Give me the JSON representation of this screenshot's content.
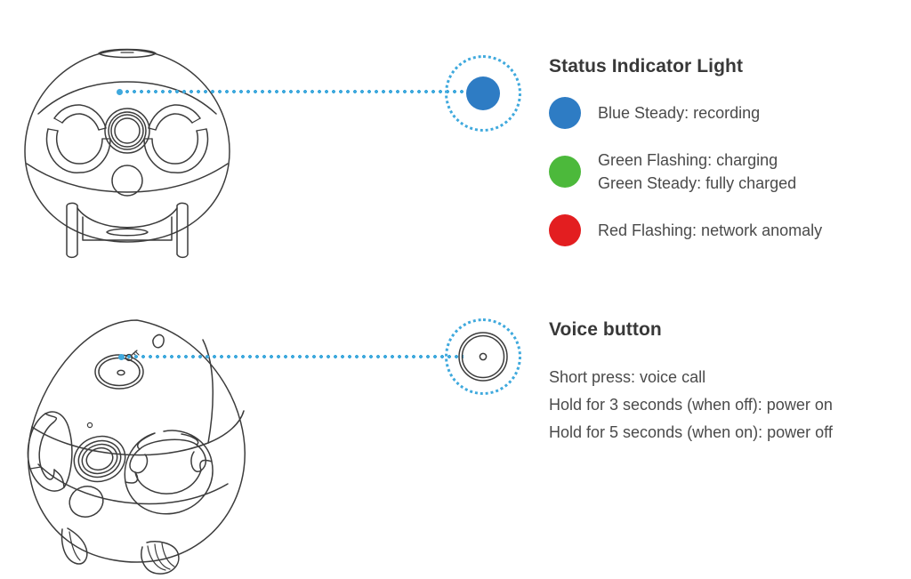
{
  "colors": {
    "accent_blue": "#3fa9dd",
    "status_blue": "#2e7cc4",
    "status_green": "#4cb93b",
    "status_red": "#e31e20",
    "line_art": "#3c3c3c",
    "heading_text": "#383838",
    "body_text": "#4a4a4a",
    "background": "#ffffff"
  },
  "sections": {
    "status": {
      "title": "Status Indicator Light",
      "illustration_name": "robot-front-view",
      "callout_name": "status-indicator-light-callout",
      "legend": [
        {
          "color": "#2e7cc4",
          "color_name": "blue",
          "lines": [
            "Blue Steady: recording"
          ]
        },
        {
          "color": "#4cb93b",
          "color_name": "green",
          "lines": [
            "Green Flashing: charging",
            "Green Steady: fully charged"
          ]
        },
        {
          "color": "#e31e20",
          "color_name": "red",
          "lines": [
            "Red Flashing: network anomaly"
          ]
        }
      ]
    },
    "voice": {
      "title": "Voice button",
      "illustration_name": "robot-angle-view",
      "callout_name": "voice-button-callout",
      "descriptions": [
        "Short press: voice call",
        "Hold for 3 seconds (when off): power on",
        "Hold for 5 seconds (when on): power off"
      ]
    }
  }
}
